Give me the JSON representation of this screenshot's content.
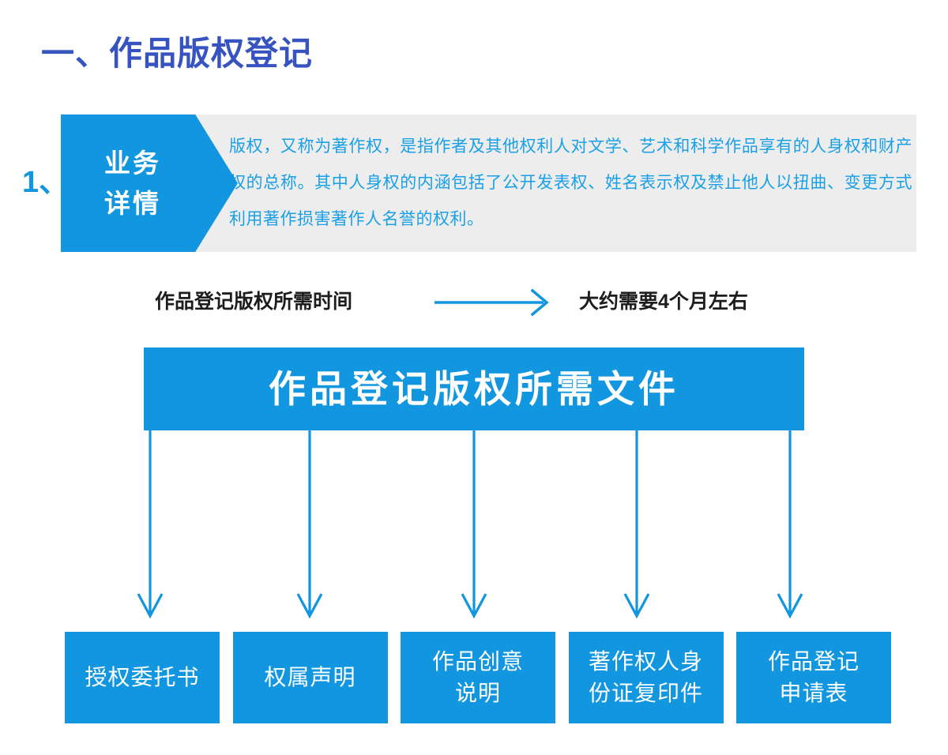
{
  "page": {
    "title": "一、作品版权登记",
    "title_color": "#3653c0",
    "accent_color": "#1296e0",
    "panel_bg": "#ededed",
    "text_dark": "#1d1d1d"
  },
  "detail_section": {
    "index_label": "1、",
    "tab_line_1": "业务",
    "tab_line_2": "详情",
    "paragraph": "版权，又称为著作权，是指作者及其他权利人对文学、艺术和科学作品享有的人身权和财产权的总称。其中人身权的内涵包括了公开发表权、姓名表示权及禁止他人以扭曲、变更方式利用著作损害著作人名誉的权利。"
  },
  "duration": {
    "label": "作品登记版权所需时间",
    "value": "大约需要4个月左右",
    "arrow_icon": "arrow-right-icon"
  },
  "documents": {
    "header": "作品登记版权所需文件",
    "items": [
      {
        "label": "授权委托书"
      },
      {
        "label": "权属声明"
      },
      {
        "label": "作品创意\n说明"
      },
      {
        "label": "著作权人身\n份证复印件"
      },
      {
        "label": "作品登记\n申请表"
      }
    ]
  }
}
